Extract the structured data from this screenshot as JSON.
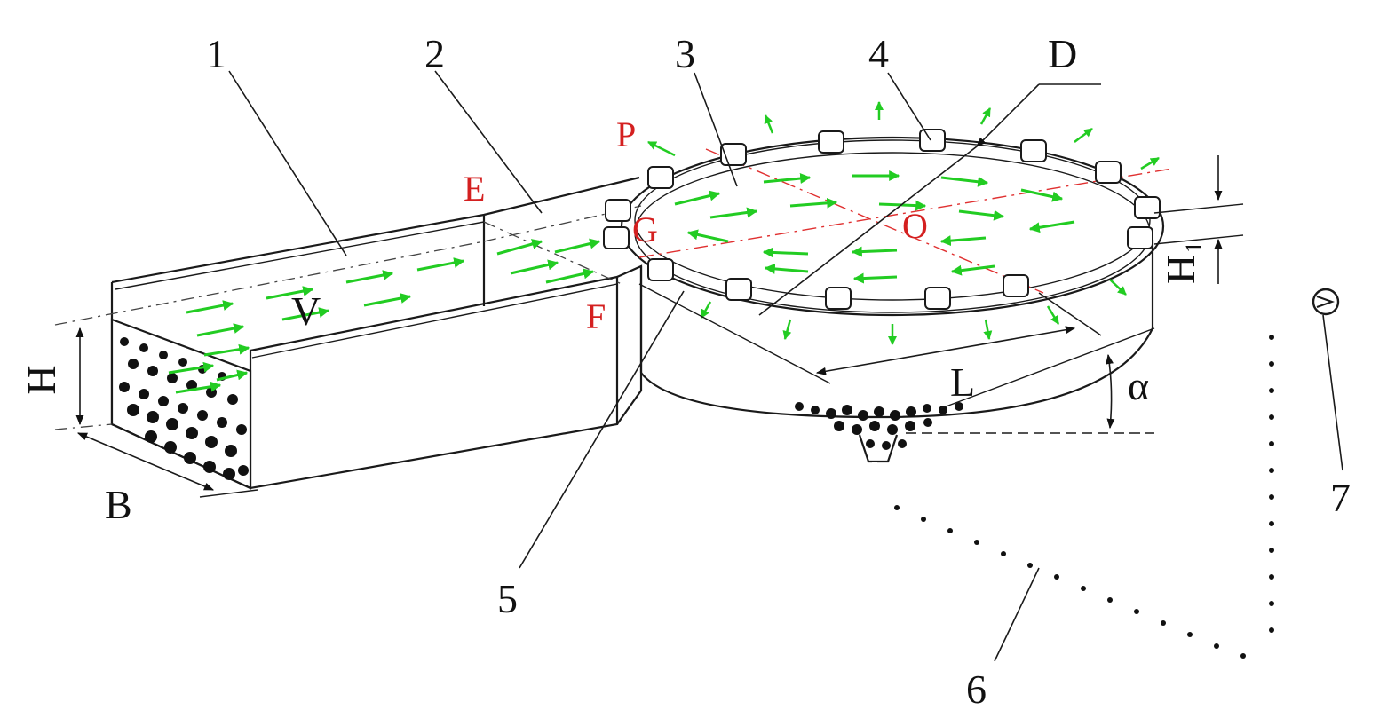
{
  "figure": {
    "part_numbers": [
      "1",
      "2",
      "3",
      "4",
      "5",
      "6",
      "7"
    ],
    "dimension_labels": {
      "velocity": "V",
      "height": "H",
      "width": "B",
      "length": "L",
      "ring_height": "H",
      "ring_height_subscript": "1",
      "angle": "α",
      "diameter": "D"
    },
    "point_labels": {
      "p": "P",
      "e": "E",
      "g": "G",
      "o": "O",
      "f": "F"
    },
    "colors": {
      "flow_arrows": "#22cc22",
      "point_labels": "#d42020",
      "center_lines": "#e03030",
      "lines": "#1a1a1a"
    }
  }
}
